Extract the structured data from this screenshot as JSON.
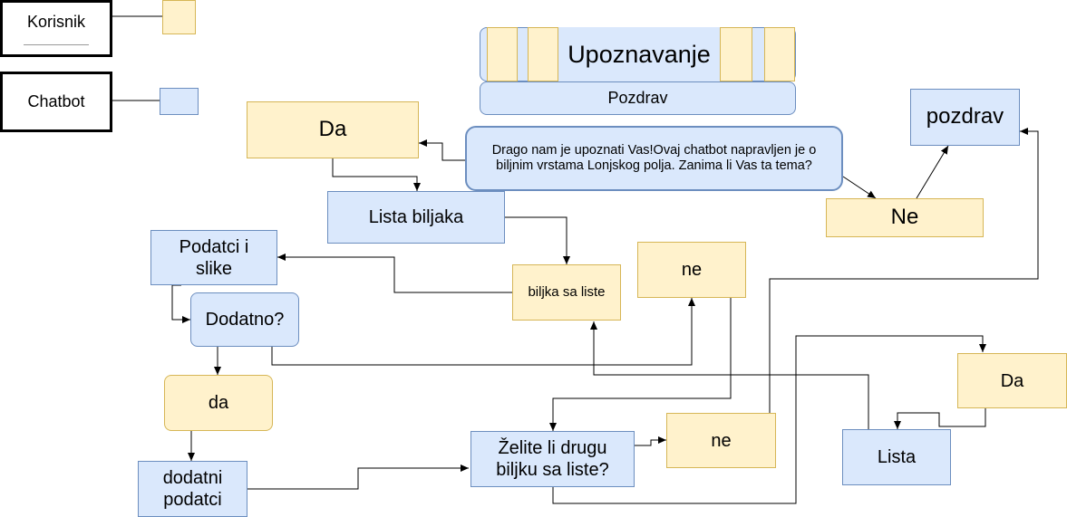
{
  "legend": {
    "user_label": "Korisnik",
    "bot_label": "Chatbot",
    "user_color": "#fff2cc",
    "bot_color": "#dae8fc"
  },
  "nodes": {
    "upoznavanje": "Upoznavanje",
    "pozdrav_header": "Pozdrav",
    "intro_message": "Drago nam je upoznati Vas!Ovaj chatbot napravljen je o biljnim vrstama Lonjskog polja. Zanima li Vas ta tema?",
    "da_top": "Da",
    "ne_top": "Ne",
    "pozdrav": "pozdrav",
    "lista_biljaka": "Lista biljaka",
    "biljka_sa_liste": "biljka sa liste",
    "podatci_i_slike": "Podatci i slike",
    "dodatno": "Dodatno?",
    "ne_mid": "ne",
    "da_mid": "da",
    "dodatni_podatci": "dodatni podatci",
    "zelite_li": "Želite li drugu biljku sa liste?",
    "ne_bottom": "ne",
    "da_right": "Da",
    "lista": "Lista"
  }
}
